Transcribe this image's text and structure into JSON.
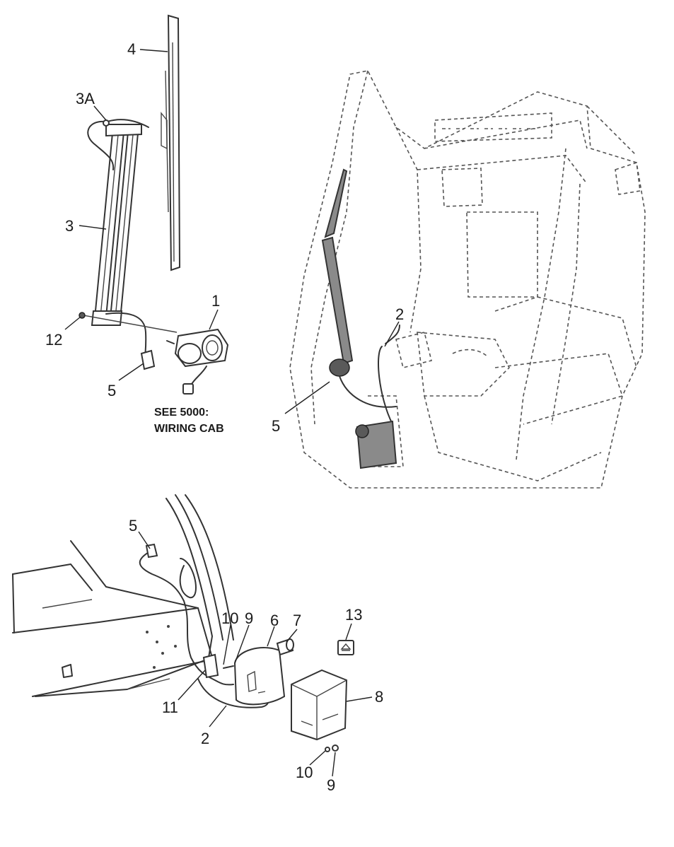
{
  "callouts": {
    "top_left": {
      "c4": "4",
      "c3a": "3A",
      "c3": "3",
      "c1": "1",
      "c12": "12",
      "c5": "5"
    },
    "note": {
      "line1": "SEE 5000:",
      "line2": "WIRING CAB"
    },
    "top_right": {
      "c2": "2",
      "c5": "5"
    },
    "bottom": {
      "c5": "5",
      "c10a": "10",
      "c9a": "9",
      "c6": "6",
      "c7": "7",
      "c13": "13",
      "c8": "8",
      "c11": "11",
      "c2": "2",
      "c10b": "10",
      "c9b": "9"
    }
  }
}
